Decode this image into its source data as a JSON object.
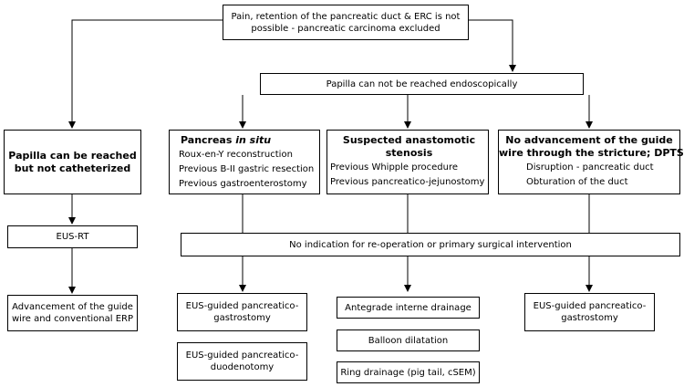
{
  "nodes": {
    "top": [
      "Pain, retention of the pancreatic duct & ERC is not",
      "possible - pancreatic carcinoma excluded"
    ],
    "papilla_unreachable": "Papilla can not be reached endoscopically",
    "col1": {
      "title": [
        "Papilla can be reached",
        "but not catheterized"
      ]
    },
    "col2": {
      "title_prefix": "Pancreas ",
      "title_em": "in situ",
      "items": [
        "Roux-en-Y reconstruction",
        "Previous B-II gastric resection",
        "Previous gastroenterostomy"
      ]
    },
    "col3": {
      "title": [
        "Suspected anastomotic",
        "stenosis"
      ],
      "items": [
        "Previous Whipple procedure",
        "Previous pancreatico-jejunostomy"
      ]
    },
    "col4": {
      "title": [
        "No advancement of the guide",
        "wire through the stricture; DPTS"
      ],
      "items": [
        "Disruption - pancreatic duct",
        "Obturation of the duct"
      ]
    },
    "eus_rt": "EUS-RT",
    "no_indication": "No indication for re-operation or primary surgical intervention",
    "advancement": [
      "Advancement of the guide",
      "wire and conventional ERP"
    ],
    "eus_gastro_left": [
      "EUS-guided pancreatico-",
      "gastrostomy"
    ],
    "eus_duodeno": [
      "EUS-guided pancreatico-",
      "duodenotomy"
    ],
    "antegrade": "Antegrade interne drainage",
    "balloon": "Balloon dilatation",
    "ring": "Ring drainage (pig tail, cSEM)",
    "eus_gastro_right": [
      "EUS-guided pancreatico-",
      "gastrostomy"
    ]
  }
}
